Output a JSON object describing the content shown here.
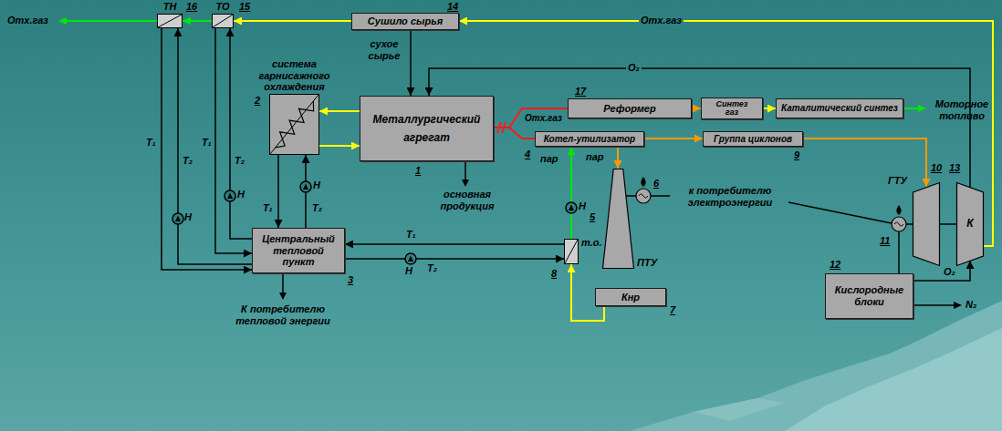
{
  "diagram": {
    "nodes": [
      {
        "text": [
          "ТН"
        ]
      },
      {
        "text": [
          "ТО"
        ]
      },
      {
        "text": [
          "Сушило сырья"
        ]
      },
      {
        "text": [
          "система гарнисажного охлаждения"
        ]
      },
      {
        "text": [
          "Металлургический агрегат"
        ]
      },
      {
        "text": [
          "Реформер"
        ]
      },
      {
        "text": [
          "Синтез газ"
        ]
      },
      {
        "text": [
          "Каталитический синтез"
        ]
      },
      {
        "text": [
          "Котел-утилизатор"
        ]
      },
      {
        "text": [
          "Группа циклонов"
        ]
      },
      {
        "text": [
          "ПТУ"
        ]
      },
      {
        "text": [
          "ГТУ"
        ]
      },
      {
        "text": [
          "К"
        ]
      },
      {
        "text": [
          "т.о."
        ]
      },
      {
        "text": [
          "Центральный тепловой пункт"
        ]
      },
      {
        "text": [
          "Кнр"
        ]
      },
      {
        "text": [
          "Кислородные блоки"
        ]
      }
    ],
    "edges": [
      {
        "from": 2,
        "to": 1,
        "arrow": "to"
      },
      {
        "from": 1,
        "to": 0,
        "arrow": "to"
      },
      {
        "from": 12,
        "to": 2,
        "arrow": "to",
        "label": "Отх.газ"
      },
      {
        "from": 2,
        "to": 4,
        "arrow": "to"
      },
      {
        "from": 12,
        "to": 4,
        "arrow": "to",
        "label": "O₂"
      },
      {
        "from": 4,
        "to": 3,
        "arrow": "to"
      },
      {
        "from": 3,
        "to": 4,
        "arrow": "to"
      },
      {
        "from": 4,
        "to": 5,
        "arrow": "none"
      },
      {
        "from": 4,
        "to": 8,
        "arrow": "none"
      },
      {
        "from": 5,
        "to": 6,
        "arrow": "to"
      },
      {
        "from": 6,
        "to": 7,
        "arrow": "to"
      },
      {
        "from": 8,
        "to": 9,
        "arrow": "to"
      },
      {
        "from": 9,
        "to": 11,
        "arrow": "to"
      },
      {
        "from": 8,
        "to": 10,
        "arrow": "to",
        "label": "пар"
      },
      {
        "from": 13,
        "to": 8,
        "arrow": "to"
      },
      {
        "from": 15,
        "to": 13,
        "arrow": "to"
      },
      {
        "from": 13,
        "to": 14,
        "arrow": "to"
      },
      {
        "from": 14,
        "to": 13,
        "arrow": "to"
      },
      {
        "from": 3,
        "to": 14,
        "arrow": "to"
      },
      {
        "from": 14,
        "to": 3,
        "arrow": "to"
      },
      {
        "from": 1,
        "to": 14,
        "arrow": "to"
      },
      {
        "from": 14,
        "to": 1,
        "arrow": "to"
      },
      {
        "from": 0,
        "to": 14,
        "arrow": "to"
      },
      {
        "from": 14,
        "to": 0,
        "arrow": "to"
      },
      {
        "from": 16,
        "to": 12,
        "arrow": "to"
      }
    ],
    "labels": [
      "Отх.газ",
      "16",
      "15",
      "14",
      "сухое сырье",
      "2",
      "Отх.газ",
      "17",
      "Моторное топливо",
      "1",
      "основная продукция",
      "4",
      "9",
      "пар",
      "6",
      "5",
      "к потребителю электроэнергии",
      "10",
      "13",
      "11",
      "T₁",
      "T₂",
      "T₁",
      "T₂",
      "T₁",
      "T₂",
      "T₁",
      "T₂",
      "Н",
      "Н",
      "Н",
      "Н",
      "Н",
      "8",
      "3",
      "7",
      "К потребителю тепловой энергии",
      "12",
      "O₂",
      "N₂"
    ]
  }
}
